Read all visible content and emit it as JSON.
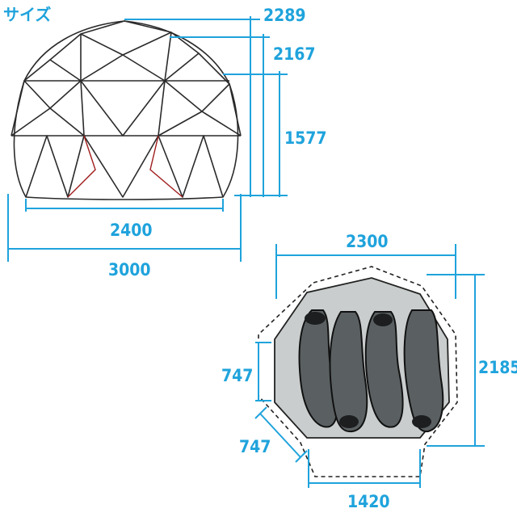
{
  "page": {
    "title": "サイズ"
  },
  "side_view": {
    "dims": {
      "height_total": "2289",
      "height_mid": "2167",
      "height_wall": "1577",
      "width_inner": "2400",
      "width_outer": "3000"
    }
  },
  "top_view": {
    "dims": {
      "width": "2300",
      "depth": "2185",
      "vestibule_side": "747",
      "vestibule_diag": "747",
      "door_width": "1420"
    }
  },
  "colors": {
    "accent": "#1fa3dc",
    "line": "#2a2a2a",
    "floor": "#c9cdcd",
    "bag": "#5a6062"
  }
}
